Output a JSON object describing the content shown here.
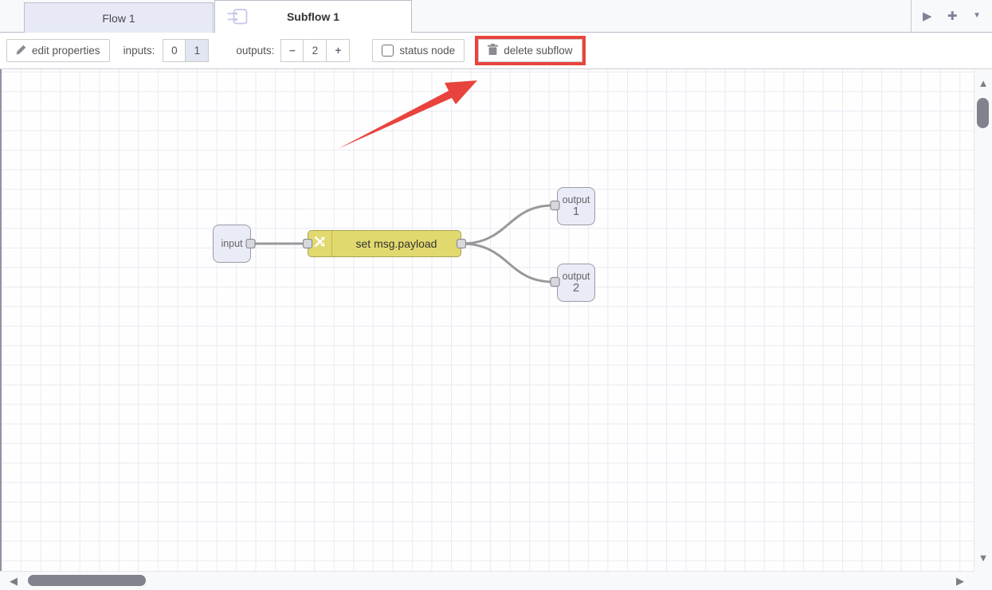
{
  "tab_bar": {
    "tabs": [
      {
        "label": "Flow 1",
        "active": false
      },
      {
        "label": "Subflow 1",
        "active": true
      }
    ],
    "actions": {
      "reveal": "▶",
      "add_flow": "✚",
      "menu": "▼"
    }
  },
  "toolbar": {
    "edit_properties_label": "edit properties",
    "inputs_label": "inputs:",
    "inputs_options": [
      "0",
      "1"
    ],
    "inputs_selected": "1",
    "outputs_label": "outputs:",
    "outputs_decrease": "−",
    "outputs_value": "2",
    "outputs_increase": "+",
    "status_node_label": "status node",
    "delete_subflow_label": "delete subflow"
  },
  "canvas": {
    "nodes": [
      {
        "id": "input",
        "label": "input"
      },
      {
        "id": "set-msg-payload",
        "label": "set msg.payload"
      },
      {
        "id": "output1",
        "line1": "output",
        "line2": "1"
      },
      {
        "id": "output2",
        "line1": "output",
        "line2": "2"
      }
    ]
  },
  "scrollbars": {
    "up": "▲",
    "down": "▼",
    "left": "◀",
    "right": "▶"
  },
  "colors": {
    "highlight_red": "#e8443d",
    "change_node_fill": "#e2d96e",
    "port_node_fill": "#e9ebf7",
    "inactive_tab_fill": "#e7eaf6",
    "selected_segment_fill": "#e2e5f2",
    "wire": "#999999",
    "grid_line": "#e9e9f4"
  }
}
